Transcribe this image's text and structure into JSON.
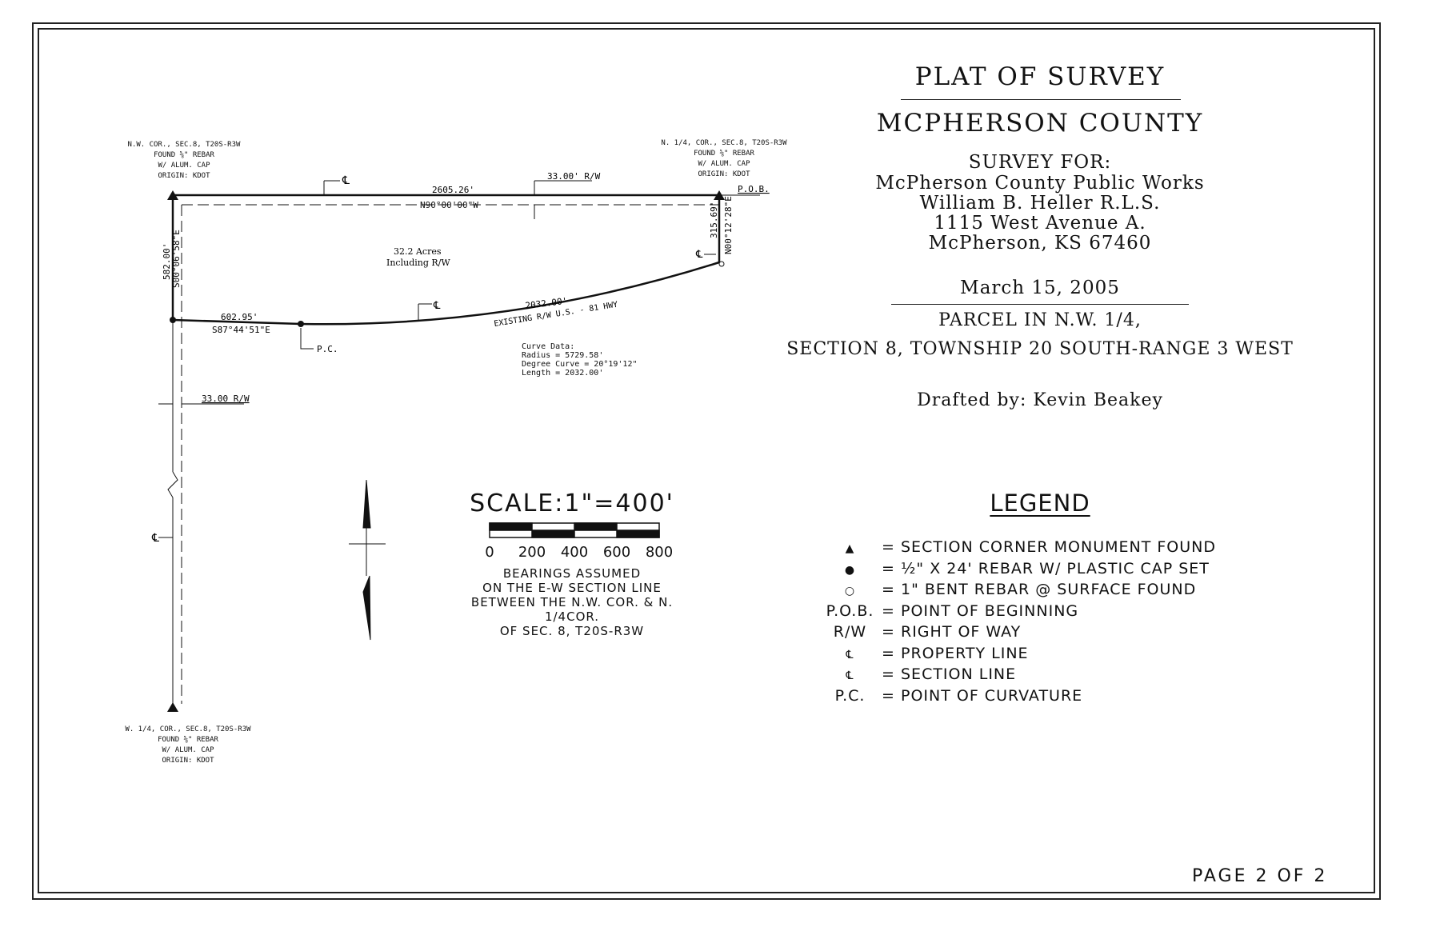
{
  "title": {
    "line1": "PLAT OF SURVEY",
    "line2": "MCPHERSON COUNTY",
    "survey_for_label": "SURVEY FOR:",
    "client": "McPherson County Public Works",
    "surveyor": "William  B. Heller R.L.S.",
    "address1": "1115 West Avenue A.",
    "address2": "McPherson, KS 67460",
    "date": "March 15, 2005",
    "parcel1": "PARCEL IN  N.W. 1/4,",
    "parcel2": "SECTION 8, TOWNSHIP 20 SOUTH-RANGE 3 WEST",
    "drafted": "Drafted by: Kevin Beakey"
  },
  "legend": {
    "heading": "LEGEND",
    "items": [
      {
        "symbol": "▲",
        "text": "= SECTION CORNER MONUMENT FOUND"
      },
      {
        "symbol": "●",
        "text": "= ½\" X 24' REBAR W/ PLASTIC CAP SET"
      },
      {
        "symbol": "○",
        "text": "= 1\" BENT REBAR @ SURFACE FOUND"
      },
      {
        "symbol": "P.O.B.",
        "text": "= POINT OF BEGINNING"
      },
      {
        "symbol": "R/W",
        "text": "= RIGHT OF WAY"
      },
      {
        "symbol": "℄",
        "text": "= PROPERTY LINE"
      },
      {
        "symbol": "℄",
        "text": "= SECTION LINE"
      },
      {
        "symbol": "P.C.",
        "text": "= POINT OF CURVATURE"
      }
    ]
  },
  "scale": {
    "label": "SCALE:1\"=400'",
    "ticks": [
      "0",
      "200",
      "400",
      "600",
      "800"
    ],
    "note": [
      "BEARINGS ASSUMED",
      "ON THE E-W SECTION LINE",
      "BETWEEN THE N.W. COR. & N. 1/4COR.",
      "OF SEC. 8, T20S-R3W"
    ]
  },
  "page": "PAGE 2 OF 2",
  "plat": {
    "nw_corner": [
      "N.W. COR., SEC.8, T20S-R3W",
      "FOUND ⅝\" REBAR",
      "W/ ALUM. CAP",
      "ORIGIN: KDOT"
    ],
    "n14_corner": [
      "N. 1/4, COR., SEC.8, T20S-R3W",
      "FOUND ⅝\" REBAR",
      "W/ ALUM. CAP",
      "ORIGIN: KDOT"
    ],
    "w14_corner": [
      "W. 1/4, COR., SEC.8, T20S-R3W",
      "FOUND ⅝\" REBAR",
      "W/ ALUM. CAP",
      "ORIGIN: KDOT"
    ],
    "north_dist": "2605.26'",
    "north_bearing": "N90°00'00\"W",
    "rw_top": "33.00' R/W",
    "pob": "P.O.B.",
    "east_dist": "315.69'",
    "east_bearing": "N00°12'28\"E",
    "west_dist": "582.00'",
    "west_bearing": "S00°06'58\"E",
    "acres": "32.2 Acres",
    "acres_sub": "Including R/W",
    "south_dist": "602.95'",
    "south_bearing": "S87°44'51\"E",
    "curve_dist": "2032.00'",
    "curve_label": "EXISTING R/W U.S. - 81 HWY",
    "pc": "P.C.",
    "curve_data": [
      "Curve Data:",
      "Radius = 5729.58'",
      "Degree Curve = 20°19'12\"",
      "Length = 2032.00'"
    ],
    "rw_left": "33.00 R/W",
    "sl": "℄",
    "pl": "℄"
  }
}
